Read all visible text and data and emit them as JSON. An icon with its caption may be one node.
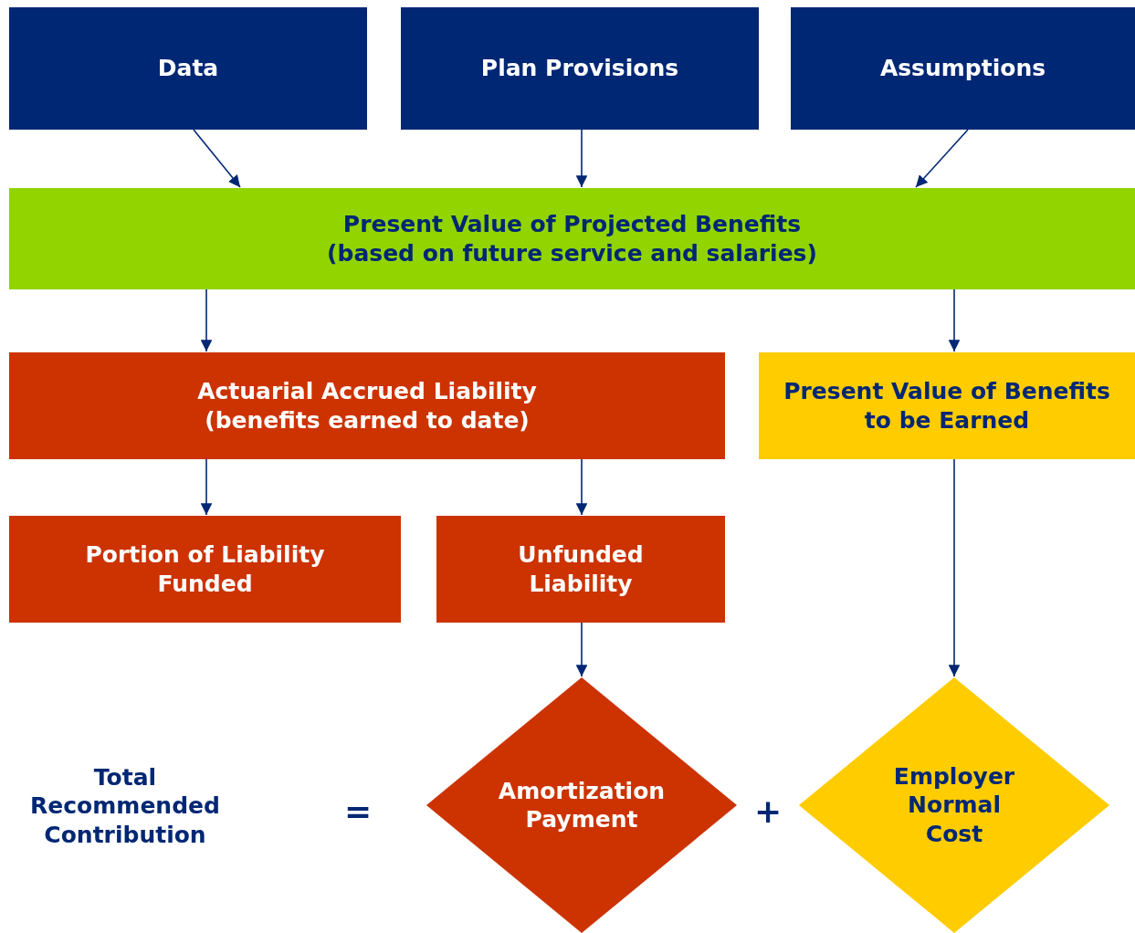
{
  "diagram": {
    "nodes": [
      {
        "text": [
          "Data"
        ]
      },
      {
        "text": [
          "Plan Provisions"
        ]
      },
      {
        "text": [
          "Assumptions"
        ]
      },
      {
        "text": [
          "Present Value of Projected Benefits",
          "(based on future service and salaries)"
        ]
      },
      {
        "text": [
          "Actuarial Accrued Liability",
          "(benefits earned to date)"
        ]
      },
      {
        "text": [
          "Present Value of Benefits to be Earned"
        ]
      },
      {
        "text": [
          "Portion of Liability Funded"
        ]
      },
      {
        "text": [
          "Unfunded Liability"
        ]
      },
      {
        "text": [
          "Amortization Payment"
        ]
      },
      {
        "text": [
          "Employer Normal Cost"
        ]
      }
    ],
    "edges": [
      {
        "from": 0,
        "to": 3,
        "arrow": "to"
      },
      {
        "from": 1,
        "to": 3,
        "arrow": "to"
      },
      {
        "from": 2,
        "to": 3,
        "arrow": "to"
      },
      {
        "from": 3,
        "to": 4,
        "arrow": "to"
      },
      {
        "from": 3,
        "to": 5,
        "arrow": "to"
      },
      {
        "from": 4,
        "to": 6,
        "arrow": "to"
      },
      {
        "from": 4,
        "to": 7,
        "arrow": "to"
      },
      {
        "from": 7,
        "to": 8,
        "arrow": "to"
      },
      {
        "from": 5,
        "to": 9,
        "arrow": "to"
      }
    ],
    "labels": [
      "Total Recommended Contribution",
      "=",
      "+"
    ]
  }
}
